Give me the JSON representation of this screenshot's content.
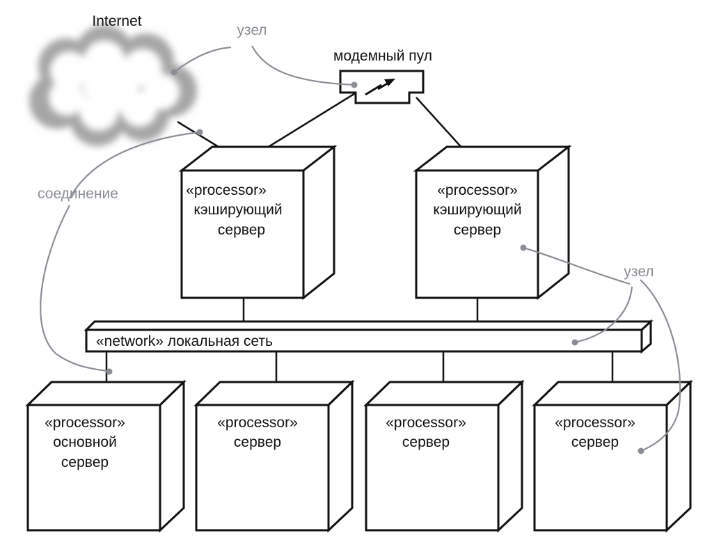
{
  "cloud": {
    "label": "Internet"
  },
  "modem_pool": {
    "label": "модемный пул"
  },
  "network": {
    "label": "«network» локальная сеть"
  },
  "caching_servers": [
    {
      "stereotype": "«processor»",
      "line1": "кэширующий",
      "line2": "сервер"
    },
    {
      "stereotype": "«processor»",
      "line1": "кэширующий",
      "line2": "сервер"
    }
  ],
  "bottom_servers": [
    {
      "stereotype": "«processor»",
      "line1": "основной",
      "line2": "сервер"
    },
    {
      "stereotype": "«processor»",
      "line1": "сервер",
      "line2": ""
    },
    {
      "stereotype": "«processor»",
      "line1": "сервер",
      "line2": ""
    },
    {
      "stereotype": "«processor»",
      "line1": "сервер",
      "line2": ""
    }
  ],
  "annotations": {
    "node_top": "узел",
    "connection": "соединение",
    "node_right": "узел"
  },
  "colors": {
    "ink": "#111111",
    "annotation": "#8a8e94"
  }
}
